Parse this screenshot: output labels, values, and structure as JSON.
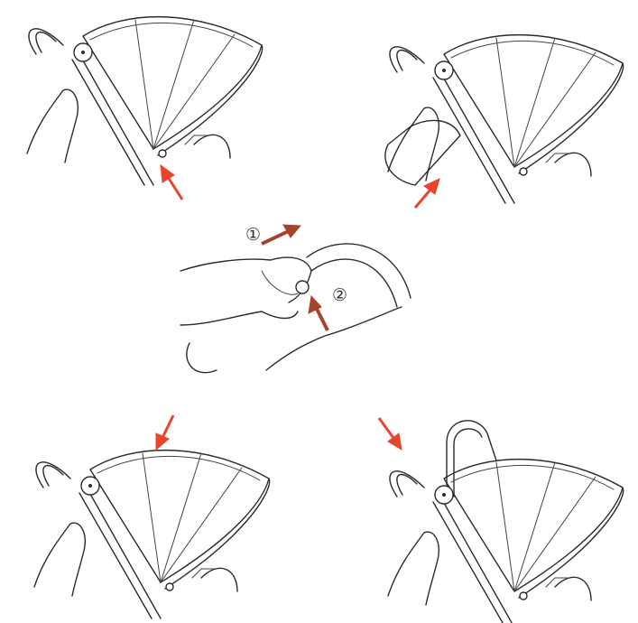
{
  "steps": {
    "step1_label": "①",
    "step2_label": "②"
  },
  "colors": {
    "arrow_red": "#e8452c",
    "arrow_dark": "#a8432b",
    "line": "#2b2b2b"
  },
  "icons": {
    "direction": "arrow-icon",
    "object": "stroller-canopy-illustration",
    "hand": "hand-illustration"
  }
}
